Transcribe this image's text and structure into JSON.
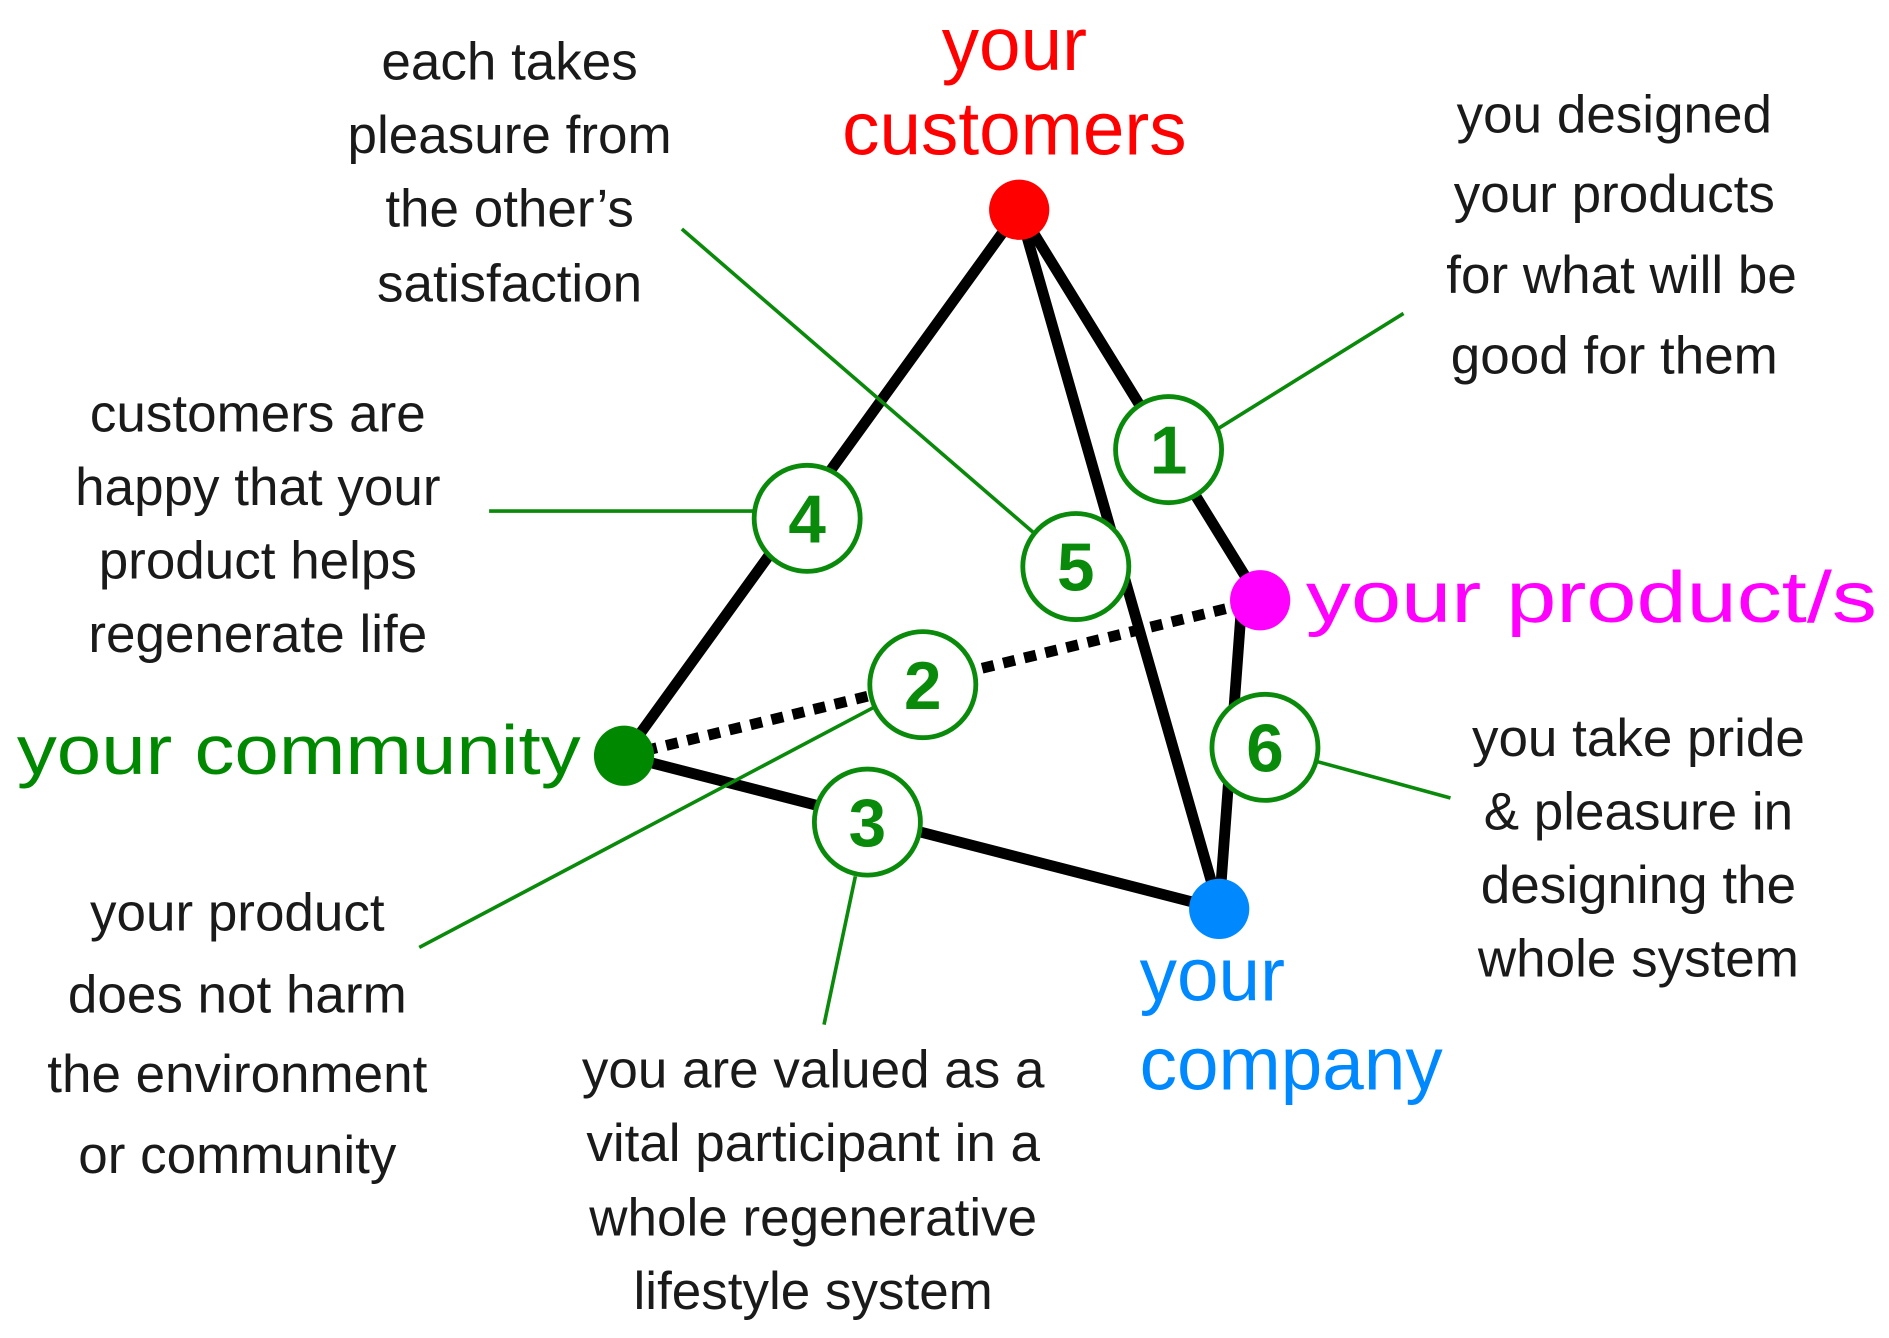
{
  "colors": {
    "customers": "#ff0000",
    "product": "#ff00ff",
    "community": "#008800",
    "company": "#0088ff",
    "green": "#0a8a0a",
    "edge": "#000000"
  },
  "nodes": {
    "customers": [
      "your",
      "customers"
    ],
    "product": "your product/s",
    "community": "your community",
    "company": [
      "your",
      "company"
    ]
  },
  "markers": [
    "1",
    "2",
    "3",
    "4",
    "5",
    "6"
  ],
  "notes": {
    "n1": [
      "you designed",
      "your products",
      "for what will be",
      "good for them"
    ],
    "n2": [
      "your product",
      "does not harm",
      "the environment",
      "or community"
    ],
    "n3": [
      "you are valued as a",
      "vital participant in a",
      "whole regenerative",
      "lifestyle system"
    ],
    "n4": [
      "customers are",
      "happy that your",
      "product helps",
      "regenerate life"
    ],
    "n5": [
      "each takes",
      "pleasure from",
      "the other’s",
      "satisfaction"
    ],
    "n6": [
      "you take pride",
      "& pleasure in",
      "designing the",
      "whole system"
    ]
  }
}
